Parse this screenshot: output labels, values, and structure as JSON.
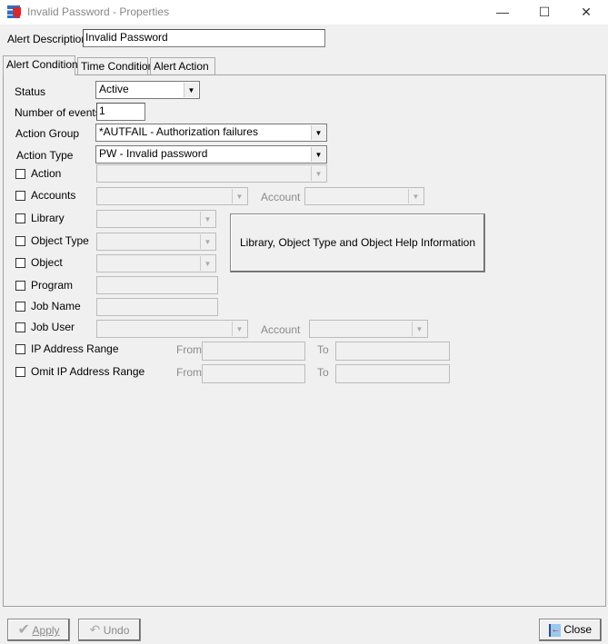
{
  "window": {
    "title": "Invalid Password - Properties",
    "minimize": "—",
    "maximize": "☐",
    "close": "✕"
  },
  "description": {
    "label": "Alert Description",
    "value": "Invalid Password"
  },
  "tabs": [
    "Alert Condition",
    "Time Condition",
    "Alert Action"
  ],
  "form": {
    "status": {
      "label": "Status",
      "value": "Active"
    },
    "events": {
      "label": "Number of events",
      "value": "1"
    },
    "action_group": {
      "label": "Action Group",
      "value": "*AUTFAIL - Authorization failures"
    },
    "action_type": {
      "label": "Action Type",
      "value": "PW - Invalid password"
    },
    "action": {
      "label": "Action"
    },
    "accounts": {
      "label": "Accounts",
      "account_label": "Account"
    },
    "library": {
      "label": "Library"
    },
    "object_type": {
      "label": "Object Type"
    },
    "object": {
      "label": "Object"
    },
    "program": {
      "label": "Program"
    },
    "job_name": {
      "label": "Job Name"
    },
    "job_user": {
      "label": "Job User",
      "account_label": "Account"
    },
    "ip_range": {
      "label": "IP Address Range",
      "from": "From",
      "to": "To"
    },
    "omit_ip_range": {
      "label": "Omit IP Address Range",
      "from": "From",
      "to": "To"
    },
    "help_button": "Library, Object Type and Object Help Information"
  },
  "buttons": {
    "apply": "Apply",
    "undo": "Undo",
    "close": "Close"
  }
}
